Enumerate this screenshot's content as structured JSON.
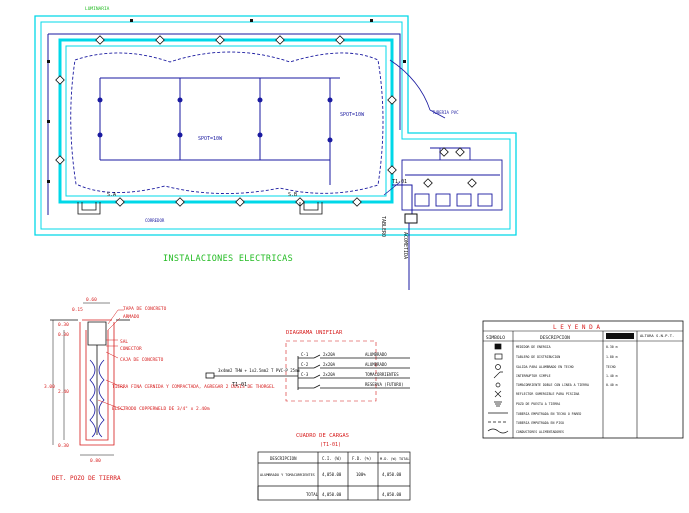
{
  "plan": {
    "title": "INSTALACIONES ELECTRICAS",
    "label_tablero": "TABLERO",
    "label_piscina_1": "SPOT=10W",
    "label_piscina_2": "SPOT=10W",
    "label_circuit_a": "S.A",
    "label_circuit_b": "S.B",
    "label_t1": "T1-01",
    "label_top": "LUMINARIA",
    "label_bottom": "CORREDOR",
    "label_acometida": "ACOMETIDA",
    "label_conduit": "TUBERIA PVC"
  },
  "diagrama": {
    "title": "DIAGRAMA UNIFILAR",
    "feed": "3x4mm2 THW + 1x2.5mm2 T PVC-P 25mm",
    "tablero": "T1-01",
    "circuits": [
      {
        "id": "C-1",
        "breaker": "2x20A",
        "desc": "ALUMBRADO"
      },
      {
        "id": "C-2",
        "breaker": "2x20A",
        "desc": "ALUMBRADO"
      },
      {
        "id": "C-3",
        "breaker": "2x20A",
        "desc": "TOMACORRIENTES"
      },
      {
        "id": "",
        "breaker": "",
        "desc": "RESERVA (FUTURO)"
      }
    ]
  },
  "cuadro": {
    "title": "CUADRO DE CARGAS",
    "subtitle": "(T1-01)",
    "headers": [
      "DESCRIPCION",
      "C.I. (W)",
      "F.D. (%)",
      "M.D. (W) TOTAL"
    ],
    "row_desc": "ALUMBRADO Y TOMACORRIENTES",
    "row_values": [
      "4,050.00",
      "100%",
      "4,050.00"
    ],
    "total_label": "TOTAL",
    "total_values": [
      "4,050.00",
      "",
      "4,050.00"
    ]
  },
  "pozo": {
    "title": "DET. POZO DE TIERRA",
    "notes": [
      "TAPA DE CONCRETO",
      "ARMADO",
      "SAL",
      "CONECTOR",
      "CAJA DE CONCRETO",
      "TIERRA FINA CERNIDA Y COMPACTADA, AGREGAR 2 DOSIS DE THORGEL",
      "ELECTRODO COPPERWELD DE 3/4\" x 2.40m"
    ],
    "dims": [
      "0.60",
      "0.15",
      "0.30",
      "0.30",
      "2.40",
      "3.00",
      "0.30",
      "0.80"
    ]
  },
  "leyenda": {
    "title": "L E Y E N D A",
    "headers": [
      "SIMBOLO",
      "DESCRIPCION",
      "ALTURA S.N.P.T."
    ],
    "rows": [
      {
        "sym": "box",
        "desc": "MEDIDOR DE ENERGIA",
        "h": "0.30 m"
      },
      {
        "sym": "panel",
        "desc": "TABLERO DE DISTRIBUCION",
        "h": "1.80 m"
      },
      {
        "sym": "circle",
        "desc": "SALIDA PARA ALUMBRADO EN TECHO",
        "h": "TECHO"
      },
      {
        "sym": "switch",
        "desc": "INTERRUPTOR SIMPLE",
        "h": "1.40 m"
      },
      {
        "sym": "outlet",
        "desc": "TOMACORRIENTE DOBLE CON LINEA A TIERRA",
        "h": "0.40 m"
      },
      {
        "sym": "spot",
        "desc": "REFLECTOR SUMERGIBLE PARA PISCINA",
        "h": ""
      },
      {
        "sym": "ground",
        "desc": "POZO DE PUESTA A TIERRA",
        "h": ""
      },
      {
        "sym": "line",
        "desc": "TUBERIA EMPOTRADA EN TECHO O PARED",
        "h": ""
      },
      {
        "sym": "dash",
        "desc": "TUBERIA EMPOTRADA EN PISO",
        "h": ""
      },
      {
        "sym": "wave",
        "desc": "CONDUCTORES ALIMENTADORES",
        "h": ""
      }
    ]
  },
  "colors": {
    "background": "#ffffff",
    "pool": "#00d8e8",
    "wiring": "#1a1aa0",
    "title": "#22bb22",
    "outline": "#d61a1a",
    "detail": "#111111"
  }
}
